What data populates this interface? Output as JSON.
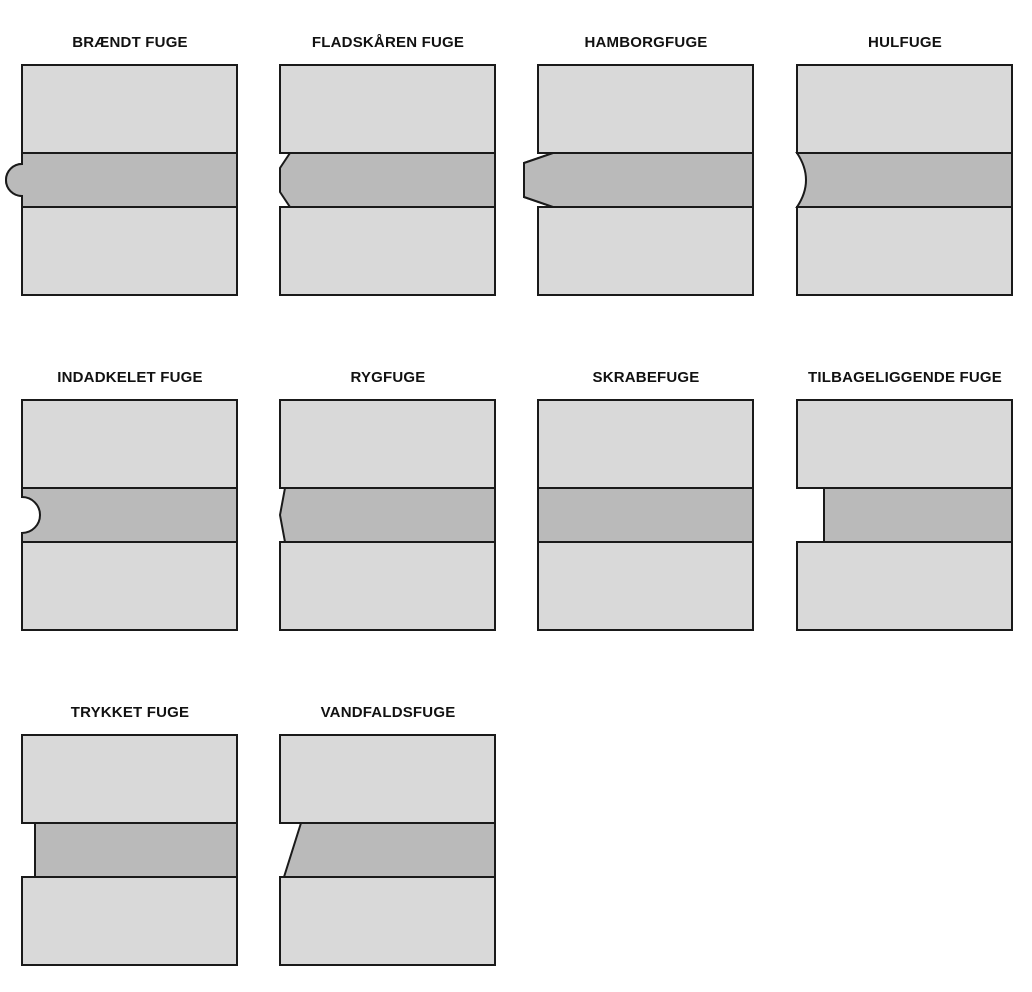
{
  "colors": {
    "brick": "#d9d9d9",
    "mortar": "#bababa",
    "outline": "#1a1a1a",
    "background": "#ffffff"
  },
  "joints": [
    {
      "name": "BRÆNDT FUGE",
      "profile": "convex-round"
    },
    {
      "name": "FLADSKÅREN FUGE",
      "profile": "flush-chamfered"
    },
    {
      "name": "HAMBORGFUGE",
      "profile": "beaded-trapezoid"
    },
    {
      "name": "HULFUGE",
      "profile": "concave"
    },
    {
      "name": "INDADKELET FUGE",
      "profile": "concave-notch"
    },
    {
      "name": "RYGFUGE",
      "profile": "v-ridge"
    },
    {
      "name": "SKRABEFUGE",
      "profile": "flush"
    },
    {
      "name": "TILBAGELIGGENDE FUGE",
      "profile": "recessed"
    },
    {
      "name": "TRYKKET FUGE",
      "profile": "struck"
    },
    {
      "name": "VANDFALDSFUGE",
      "profile": "weathered"
    }
  ]
}
